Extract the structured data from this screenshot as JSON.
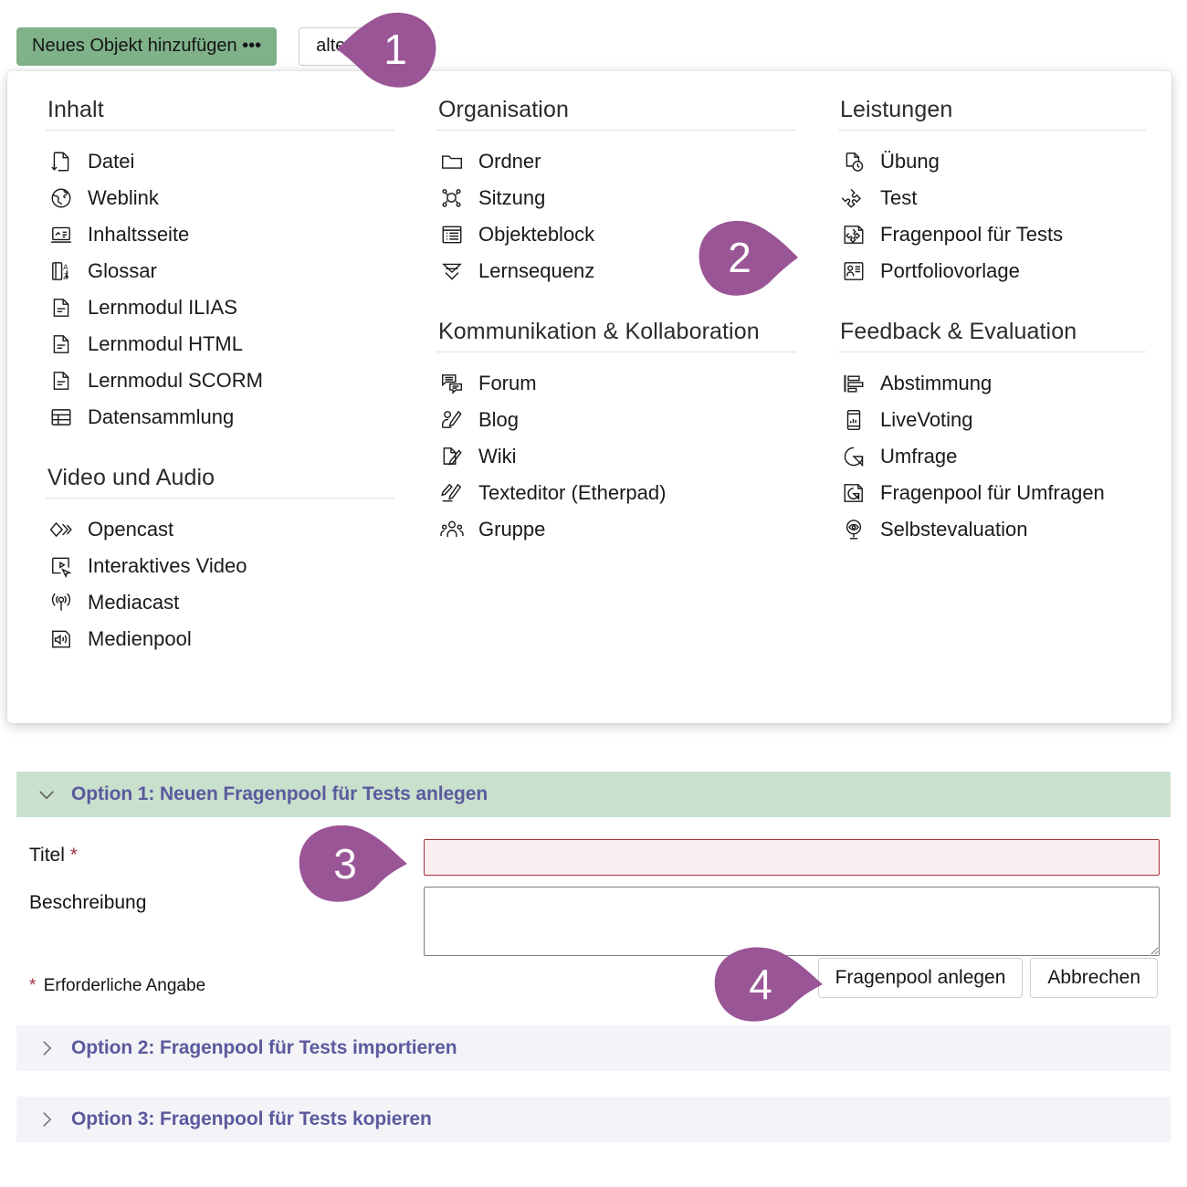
{
  "toolbar": {
    "add_object_button": "Neues Objekt hinzufügen •••",
    "secondary_button": "alten"
  },
  "dropdown": {
    "columns": [
      {
        "name": "column-content",
        "groups": [
          {
            "title": "Inhalt",
            "items": [
              {
                "icon": "file-download-icon",
                "label": "Datei"
              },
              {
                "icon": "globe-link-icon",
                "label": "Weblink"
              },
              {
                "icon": "content-page-icon",
                "label": "Inhaltsseite"
              },
              {
                "icon": "glossary-az-icon",
                "label": "Glossar"
              },
              {
                "icon": "learning-module-icon",
                "label": "Lernmodul ILIAS"
              },
              {
                "icon": "learning-module-icon",
                "label": "Lernmodul HTML"
              },
              {
                "icon": "learning-module-icon",
                "label": "Lernmodul SCORM"
              },
              {
                "icon": "table-grid-icon",
                "label": "Datensammlung"
              }
            ]
          },
          {
            "title": "Video und Audio",
            "items": [
              {
                "icon": "opencast-diamonds-icon",
                "label": "Opencast"
              },
              {
                "icon": "interactive-video-icon",
                "label": "Interaktives Video"
              },
              {
                "icon": "mediacast-broadcast-icon",
                "label": "Mediacast"
              },
              {
                "icon": "mediapool-speaker-icon",
                "label": "Medienpool"
              }
            ]
          }
        ]
      },
      {
        "name": "column-organisation",
        "groups": [
          {
            "title": "Organisation",
            "items": [
              {
                "icon": "folder-icon",
                "label": "Ordner"
              },
              {
                "icon": "session-nodes-icon",
                "label": "Sitzung"
              },
              {
                "icon": "object-block-list-icon",
                "label": "Objekteblock"
              },
              {
                "icon": "learning-sequence-chevrons-icon",
                "label": "Lernsequenz"
              }
            ]
          },
          {
            "title": "Kommunikation & Kollaboration",
            "items": [
              {
                "icon": "forum-chat-icon",
                "label": "Forum"
              },
              {
                "icon": "blog-person-pen-icon",
                "label": "Blog"
              },
              {
                "icon": "wiki-page-pen-icon",
                "label": "Wiki"
              },
              {
                "icon": "etherpad-pen-icon",
                "label": "Texteditor (Etherpad)"
              },
              {
                "icon": "group-people-icon",
                "label": "Gruppe"
              }
            ]
          }
        ]
      },
      {
        "name": "column-leistungen",
        "groups": [
          {
            "title": "Leistungen",
            "items": [
              {
                "icon": "exercise-clock-icon",
                "label": "Übung"
              },
              {
                "icon": "test-puzzle-icon",
                "label": "Test"
              },
              {
                "icon": "question-pool-tests-icon",
                "label": "Fragenpool für Tests"
              },
              {
                "icon": "portfolio-template-icon",
                "label": "Portfoliovorlage"
              }
            ]
          },
          {
            "title": "Feedback & Evaluation",
            "items": [
              {
                "icon": "poll-bars-icon",
                "label": "Abstimmung"
              },
              {
                "icon": "livevoting-phone-icon",
                "label": "LiveVoting"
              },
              {
                "icon": "survey-pie-icon",
                "label": "Umfrage"
              },
              {
                "icon": "question-pool-surveys-icon",
                "label": "Fragenpool für Umfragen"
              },
              {
                "icon": "self-evaluation-eye-icon",
                "label": "Selbstevaluation"
              }
            ]
          }
        ]
      }
    ]
  },
  "form": {
    "option1_header": "Option 1: Neuen Fragenpool für Tests anlegen",
    "title_label": "Titel",
    "title_value": "",
    "description_label": "Beschreibung",
    "description_value": "",
    "required_note": "Erforderliche Angabe",
    "required_star": "*",
    "submit_button": "Fragenpool anlegen",
    "cancel_button": "Abbrechen",
    "option2_header": "Option 2: Fragenpool für Tests importieren",
    "option3_header": "Option 3: Fragenpool für Tests kopieren"
  },
  "markers": {
    "one": "1",
    "two": "2",
    "three": "3",
    "four": "4"
  },
  "colors": {
    "accent_purple": "#9a5596",
    "green_button": "#7fb288",
    "accordion_open_bg": "#c9e0cd",
    "accordion_closed_bg": "#f4f3f7",
    "heading_link": "#5a5a9e",
    "error_border": "#a3333f",
    "error_bg": "#fbeef0"
  }
}
